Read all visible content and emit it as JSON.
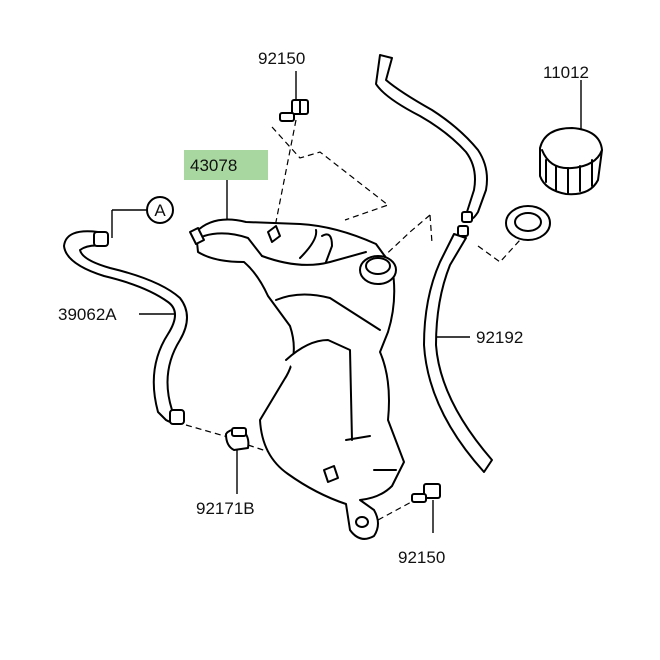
{
  "diagram": {
    "labels": {
      "bolt_top": "92150",
      "cap": "11012",
      "tank": "43078",
      "hose_left": "39062A",
      "hose_right": "92192",
      "clamp": "92171B",
      "bolt_bottom": "92150",
      "ref_circle": "A"
    },
    "colors": {
      "highlight": "#a8d8a0",
      "line": "#000000",
      "fill": "#ffffff"
    }
  }
}
